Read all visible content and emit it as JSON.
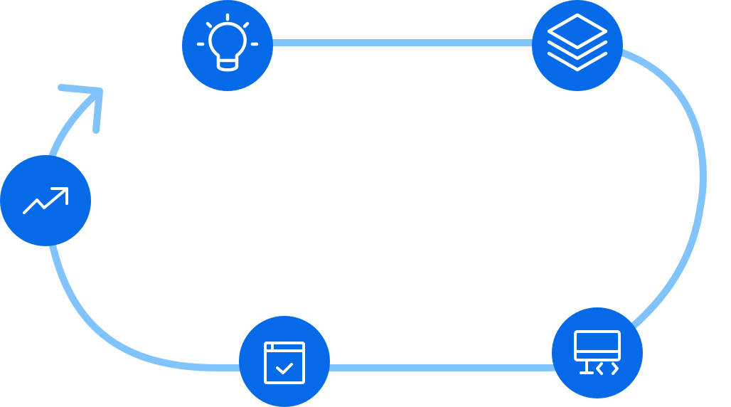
{
  "diagram": {
    "type": "cycle",
    "colors": {
      "path": "#80c3fd",
      "node_fill": "#056ae8",
      "icon_stroke": "#ffffff",
      "background": "#ffffff"
    },
    "nodes": [
      {
        "id": "ideation",
        "icon": "lightbulb-icon"
      },
      {
        "id": "layers",
        "icon": "layers-stack-icon"
      },
      {
        "id": "development",
        "icon": "monitor-code-icon"
      },
      {
        "id": "testing",
        "icon": "browser-check-icon"
      },
      {
        "id": "growth",
        "icon": "trending-up-icon"
      }
    ],
    "edges": [
      {
        "from": "ideation",
        "to": "layers"
      },
      {
        "from": "layers",
        "to": "development"
      },
      {
        "from": "development",
        "to": "testing"
      },
      {
        "from": "testing",
        "to": "growth"
      },
      {
        "from": "growth",
        "to": "ideation",
        "arrow": true
      }
    ]
  }
}
